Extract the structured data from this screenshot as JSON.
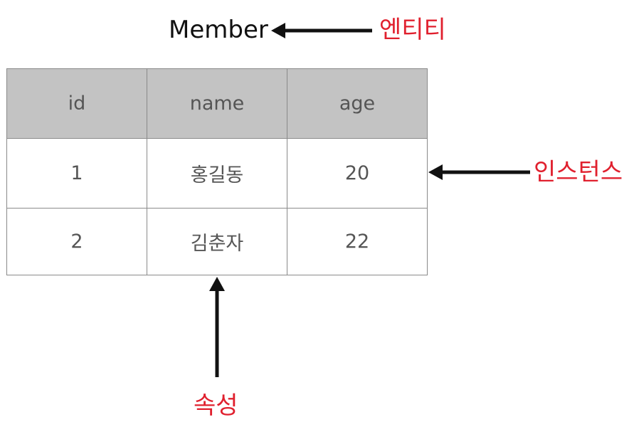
{
  "entity": {
    "name": "Member",
    "label": "엔티티"
  },
  "table": {
    "columns": [
      "id",
      "name",
      "age"
    ],
    "rows": [
      [
        "1",
        "홍길동",
        "20"
      ],
      [
        "2",
        "김춘자",
        "22"
      ]
    ]
  },
  "labels": {
    "instance": "인스턴스",
    "attribute": "속성"
  },
  "colors": {
    "label_red": "#e0202e",
    "header_gray": "#c3c3c3",
    "arrow": "#111111"
  }
}
